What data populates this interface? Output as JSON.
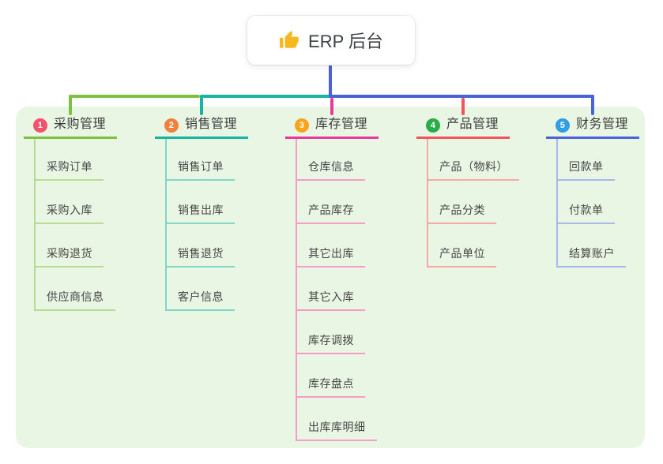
{
  "root": {
    "title": "ERP 后台",
    "icon": "thumbs-up-icon",
    "icon_color": "#f5b821"
  },
  "colors": {
    "panel_background": "#e9f6e4",
    "root_line": "#4a64d8",
    "text_dark": "#3b3b3b",
    "text_item": "#464646"
  },
  "branches": [
    {
      "num": "1",
      "label": "采购管理",
      "circle_color": "#f4516c",
      "line_color": "#7dc142",
      "sub_line_color": "#b5dc92",
      "items": [
        "采购订单",
        "采购入库",
        "采购退货",
        "供应商信息"
      ]
    },
    {
      "num": "2",
      "label": "销售管理",
      "circle_color": "#f0813c",
      "line_color": "#17b3a3",
      "sub_line_color": "#84d5c9",
      "items": [
        "销售订单",
        "销售出库",
        "销售退货",
        "客户信息"
      ]
    },
    {
      "num": "3",
      "label": "库存管理",
      "circle_color": "#f8a41c",
      "line_color": "#e83a9c",
      "sub_line_color": "#f59cc9",
      "items": [
        "仓库信息",
        "产品库存",
        "其它出库",
        "其它入库",
        "库存调拨",
        "库存盘点",
        "出库库明细"
      ]
    },
    {
      "num": "4",
      "label": "产品管理",
      "circle_color": "#29ad49",
      "line_color": "#f2545b",
      "sub_line_color": "#f8a7a4",
      "items": [
        "产品（物料）",
        "产品分类",
        "产品单位"
      ]
    },
    {
      "num": "5",
      "label": "财务管理",
      "circle_color": "#2f9ee3",
      "line_color": "#4a64d8",
      "sub_line_color": "#a8b8e8",
      "items": [
        "回款单",
        "付款单",
        "结算账户"
      ]
    }
  ]
}
